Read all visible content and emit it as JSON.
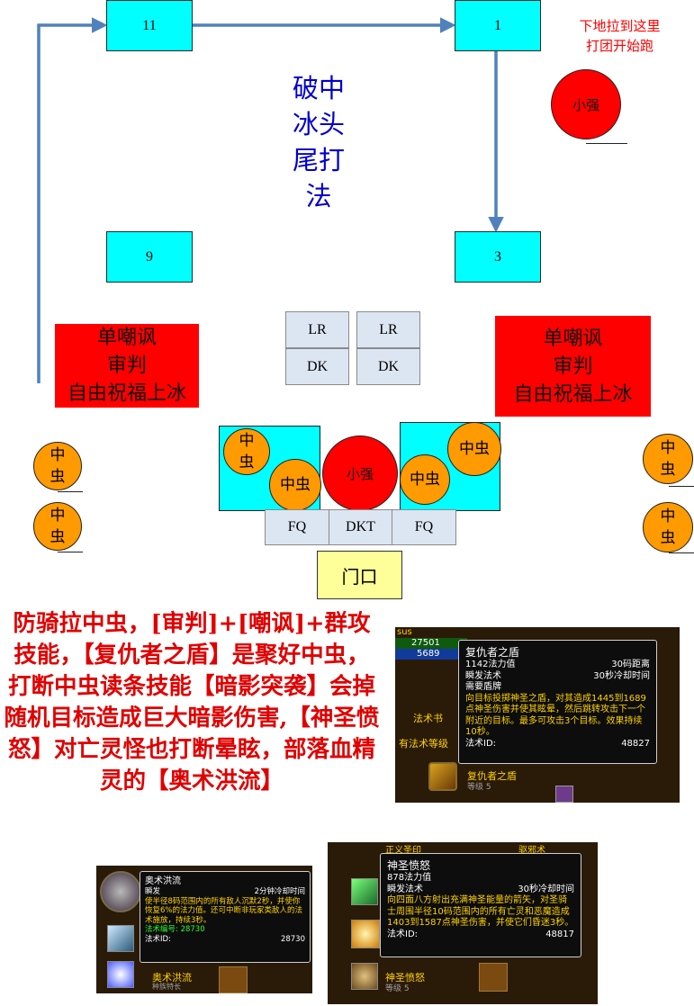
{
  "positions": {
    "p11": "11",
    "p1": "1",
    "p9": "9",
    "p3": "3"
  },
  "top_note": [
    "下地拉到这里",
    "打团开始跑"
  ],
  "main_title": "破中冰头尾打法",
  "red_left": [
    "单嘲讽",
    "审判",
    "自由祝福上冰"
  ],
  "red_right": [
    "单嘲讽",
    "审判",
    "自由祝福上冰"
  ],
  "roles": {
    "lr1": "LR",
    "lr2": "LR",
    "dk1": "DK",
    "dk2": "DK",
    "fq1": "FQ",
    "dkt": "DKT",
    "fq2": "FQ",
    "door": "门口"
  },
  "boss_label": "小强",
  "worm_label": "中虫",
  "strategy_text": "防骑拉中虫，[审判]+[嘲讽]+群攻技能，【复仇者之盾】是聚好中虫，打断中虫读条技能【暗影突袭】会掉随机目标造成巨大暗影伤害,【神圣愤怒】对亡灵怪也打断晕眩，部落血精灵的【奥术洪流】",
  "tooltip_avenger": {
    "hp": "27501",
    "mp": "5689",
    "name_fragment": "sus",
    "side_tab": "法术书",
    "side_label": "有法术等级",
    "bottom_label": "复仇者之盾",
    "bottom_sub": "等级 5",
    "title": "复仇者之盾",
    "mana": "1142法力值",
    "range": "30码距离",
    "cast": "瞬发法术",
    "cooldown": "30秒冷却时间",
    "req": "需要盾牌",
    "desc": "向目标投掷神圣之盾，对其造成1445到1689点神圣伤害并使其眩晕，然后跳转攻击下一个附近的目标。最多可攻击3个目标。效果持续10秒。",
    "id_label": "法术ID:",
    "id_value": "48827"
  },
  "tooltip_arcane": {
    "title": "奥术洪流",
    "cast": "瞬发",
    "cooldown": "2分钟冷却时间",
    "desc": "使半径8码范围内的所有敌人沉默2秒，并使你恢复6%的法力值。还可中断非玩家类敌人的法术施放，持续3秒。",
    "code_label": "法术编号:",
    "code_value": "28730",
    "id_label": "法术ID:",
    "id_value": "28730",
    "bottom_label": "奥术洪流",
    "bottom_sub": "种族特长"
  },
  "tooltip_wrath": {
    "top_left": "正义圣印",
    "top_right": "驱邪术",
    "title": "神圣愤怒",
    "mana": "878法力值",
    "cast": "瞬发法术",
    "cooldown": "30秒冷却时间",
    "desc": "向四面八方射出充满神圣能量的箭矢，对圣骑士周围半径10码范围内的所有亡灵和恶魔造成1403到1587点神圣伤害，并使它们昏迷3秒。",
    "id_label": "法术ID:",
    "id_value": "48817",
    "bottom_label": "神圣愤怒",
    "bottom_sub": "等级 5"
  },
  "colors": {
    "cyan": "#00ffff",
    "red": "#ff0000",
    "orange": "#ff9a00",
    "grey_box": "#dce6f2",
    "door": "#ffff99",
    "arrow": "#4f81bd",
    "title_blue": "#0000cc",
    "note_red": "#ff0000",
    "strategy_red": "#e00000"
  }
}
